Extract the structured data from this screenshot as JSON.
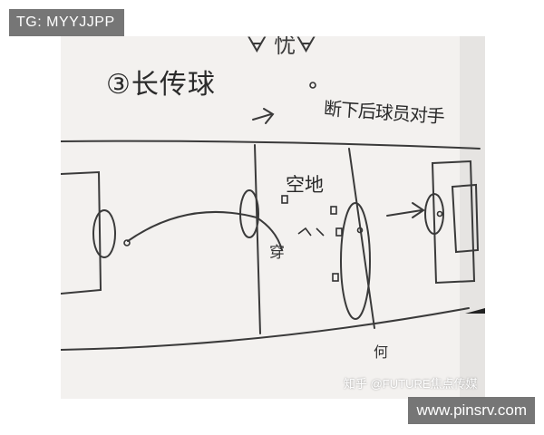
{
  "overlay": {
    "tg_label": "TG: MYYJJPP",
    "site_label": "www.pinsrv.com"
  },
  "sketch": {
    "top_fragment": "ᗄ 忧ᗄ",
    "title": "③长传球",
    "note": "断下后球员对手",
    "zone_label": "空地",
    "mid_label": "穿",
    "bottom_label": "何",
    "watermark": "知乎 @FUTURE焦点传媒"
  }
}
